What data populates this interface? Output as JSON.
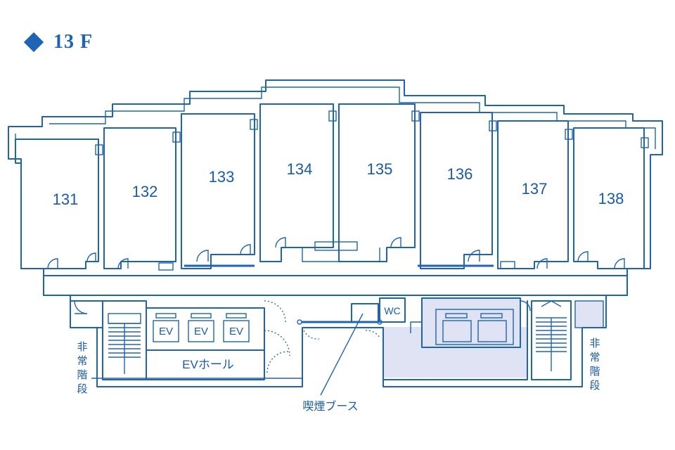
{
  "floor": {
    "label": "13 F"
  },
  "rooms": [
    {
      "number": "131"
    },
    {
      "number": "132"
    },
    {
      "number": "133"
    },
    {
      "number": "134"
    },
    {
      "number": "135"
    },
    {
      "number": "136"
    },
    {
      "number": "137"
    },
    {
      "number": "138"
    }
  ],
  "elevators": {
    "label": "EV",
    "hall_label": "EVホール"
  },
  "wc_label": "WC",
  "smoking_booth_label": "喫煙ブース",
  "emergency_stairs": {
    "chars": [
      "非",
      "常",
      "階",
      "段"
    ]
  },
  "colors": {
    "line": "#1f63b5",
    "text": "#1a5aa6",
    "highlight": "#dfe3f3"
  }
}
